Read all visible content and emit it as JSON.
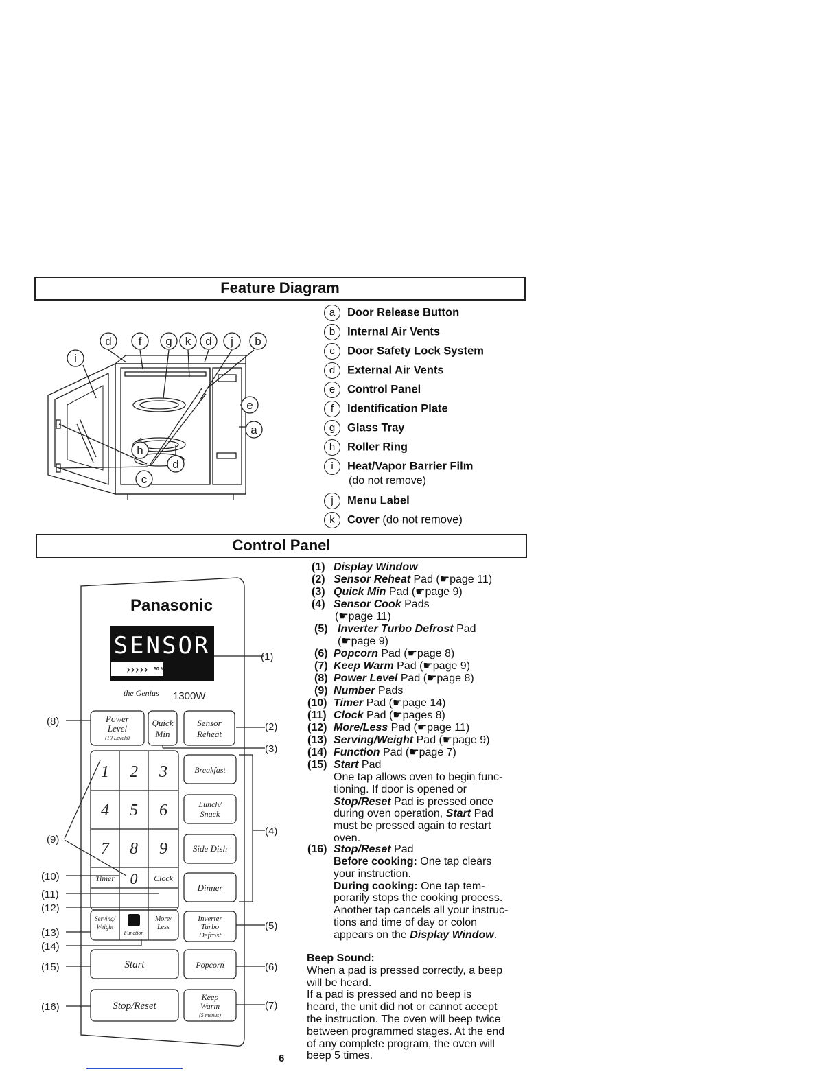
{
  "feature_diagram": {
    "title": "Feature Diagram",
    "legend": [
      {
        "letter": "a",
        "label": "Door Release Button",
        "note": ""
      },
      {
        "letter": "b",
        "label": "Internal Air Vents",
        "note": ""
      },
      {
        "letter": "c",
        "label": "Door Safety Lock System",
        "note": ""
      },
      {
        "letter": "d",
        "label": "External Air Vents",
        "note": ""
      },
      {
        "letter": "e",
        "label": "Control Panel",
        "note": ""
      },
      {
        "letter": "f",
        "label": "Identification Plate",
        "note": ""
      },
      {
        "letter": "g",
        "label": "Glass Tray",
        "note": ""
      },
      {
        "letter": "h",
        "label": "Roller Ring",
        "note": ""
      },
      {
        "letter": "i",
        "label": "Heat/Vapor Barrier Film",
        "note": "(do not remove)"
      },
      {
        "letter": "j",
        "label": "Menu Label",
        "note": ""
      },
      {
        "letter": "k",
        "label": "Cover",
        "note": "(do not remove)"
      }
    ]
  },
  "control_panel": {
    "title": "Control Panel",
    "items": [
      {
        "num": "(1)",
        "name": "Display Window",
        "rest": "",
        "cont": ""
      },
      {
        "num": "(2)",
        "name": "Sensor Reheat",
        "rest": " Pad (☛page 11)",
        "cont": ""
      },
      {
        "num": "(3)",
        "name": "Quick Min",
        "rest": " Pad (☛page 9)",
        "cont": ""
      },
      {
        "num": "(4)",
        "name": "Sensor Cook",
        "rest": " Pads",
        "cont": "(☛page 11)"
      },
      {
        "num": "(5)",
        "name": "Inverter Turbo Defrost",
        "rest": " Pad",
        "cont": "(☛page 9)"
      },
      {
        "num": "(6)",
        "name": "Popcorn",
        "rest": " Pad (☛page 8)",
        "cont": ""
      },
      {
        "num": "(7)",
        "name": "Keep Warm",
        "rest": " Pad (☛page 9)",
        "cont": ""
      },
      {
        "num": "(8)",
        "name": "Power Level",
        "rest": " Pad (☛page 8)",
        "cont": ""
      },
      {
        "num": "(9)",
        "name": "Number",
        "rest": " Pads",
        "cont": ""
      },
      {
        "num": "(10)",
        "name": "Timer",
        "rest": " Pad (☛page 14)",
        "cont": ""
      },
      {
        "num": "(11)",
        "name": "Clock",
        "rest": " Pad (☛pages 8)",
        "cont": ""
      },
      {
        "num": "(12)",
        "name": "More/Less",
        "rest": " Pad (☛page 11)",
        "cont": ""
      },
      {
        "num": "(13)",
        "name": "Serving/Weight",
        "rest": " Pad (☛page 9)",
        "cont": ""
      },
      {
        "num": "(14)",
        "name": "Function",
        "rest": " Pad (☛page 7)",
        "cont": ""
      },
      {
        "num": "(15)",
        "name": "Start",
        "rest": " Pad",
        "cont": ""
      },
      {
        "num": "(16)",
        "name": "Stop/Reset",
        "rest": " Pad",
        "cont": ""
      }
    ],
    "start_desc": {
      "l1": "One tap allows oven to begin func-",
      "l2": "tioning. If door is opened or",
      "l3_bi": "Stop/Reset",
      "l3": " Pad is pressed once",
      "l4a": "during oven operation, ",
      "l4_bi": "Start",
      "l4b": " Pad",
      "l5": "must be pressed again to restart",
      "l6": "oven."
    },
    "stop_desc": {
      "before_label": "Before cooking:",
      "before_text": " One tap clears",
      "before_text2": "your instruction.",
      "during_label": "During cooking:",
      "during_text": " One tap tem-",
      "during_l2": "porarily stops the cooking process.",
      "during_l3": "Another tap cancels all your instruc-",
      "during_l4": "tions and time of day or colon",
      "during_l5a": "appears on the ",
      "during_l5_bi": "Display Window",
      "during_l5b": "."
    },
    "beep": {
      "title": "Beep Sound:",
      "lines": [
        "When a pad is pressed correctly, a beep",
        "will be heard.",
        "If a pad is pressed and no beep is",
        "heard, the unit did not or cannot accept",
        "the instruction. The oven will beep twice",
        "between programmed stages. At the end",
        "of any complete program, the oven will",
        "beep 5 times."
      ]
    }
  },
  "panel_drawing": {
    "brand": "Panasonic",
    "display_text": "SENSOR",
    "display_percent": "50 %",
    "model_script": "the Genius",
    "wattage": "1300W",
    "pads": {
      "power": [
        "Power",
        "Level",
        "(10 Levels)"
      ],
      "quick": [
        "Quick",
        "Min"
      ],
      "sensor_reheat": [
        "Sensor",
        "Reheat"
      ],
      "breakfast": "Breakfast",
      "lunch": [
        "Lunch/",
        "Snack"
      ],
      "side_dish": "Side Dish",
      "dinner": "Dinner",
      "inverter": [
        "Inverter",
        "Turbo",
        "Defrost"
      ],
      "popcorn": "Popcorn",
      "keep_warm": [
        "Keep",
        "Warm",
        "(5 menus)"
      ],
      "digits": [
        "1",
        "2",
        "3",
        "4",
        "5",
        "6",
        "7",
        "8",
        "9"
      ],
      "timer": "Timer",
      "zero": "0",
      "clock": "Clock",
      "serving": [
        "Serving/",
        "Weight"
      ],
      "function": "Function",
      "more_less": [
        "More/",
        "Less"
      ],
      "start": "Start",
      "stop_reset": "Stop/Reset"
    },
    "callouts": [
      "(1)",
      "(2)",
      "(3)",
      "(4)",
      "(5)",
      "(6)",
      "(7)",
      "(8)",
      "(9)",
      "(10)",
      "(11)",
      "(12)",
      "(13)",
      "(14)",
      "(15)",
      "(16)"
    ]
  },
  "page_number": "6"
}
